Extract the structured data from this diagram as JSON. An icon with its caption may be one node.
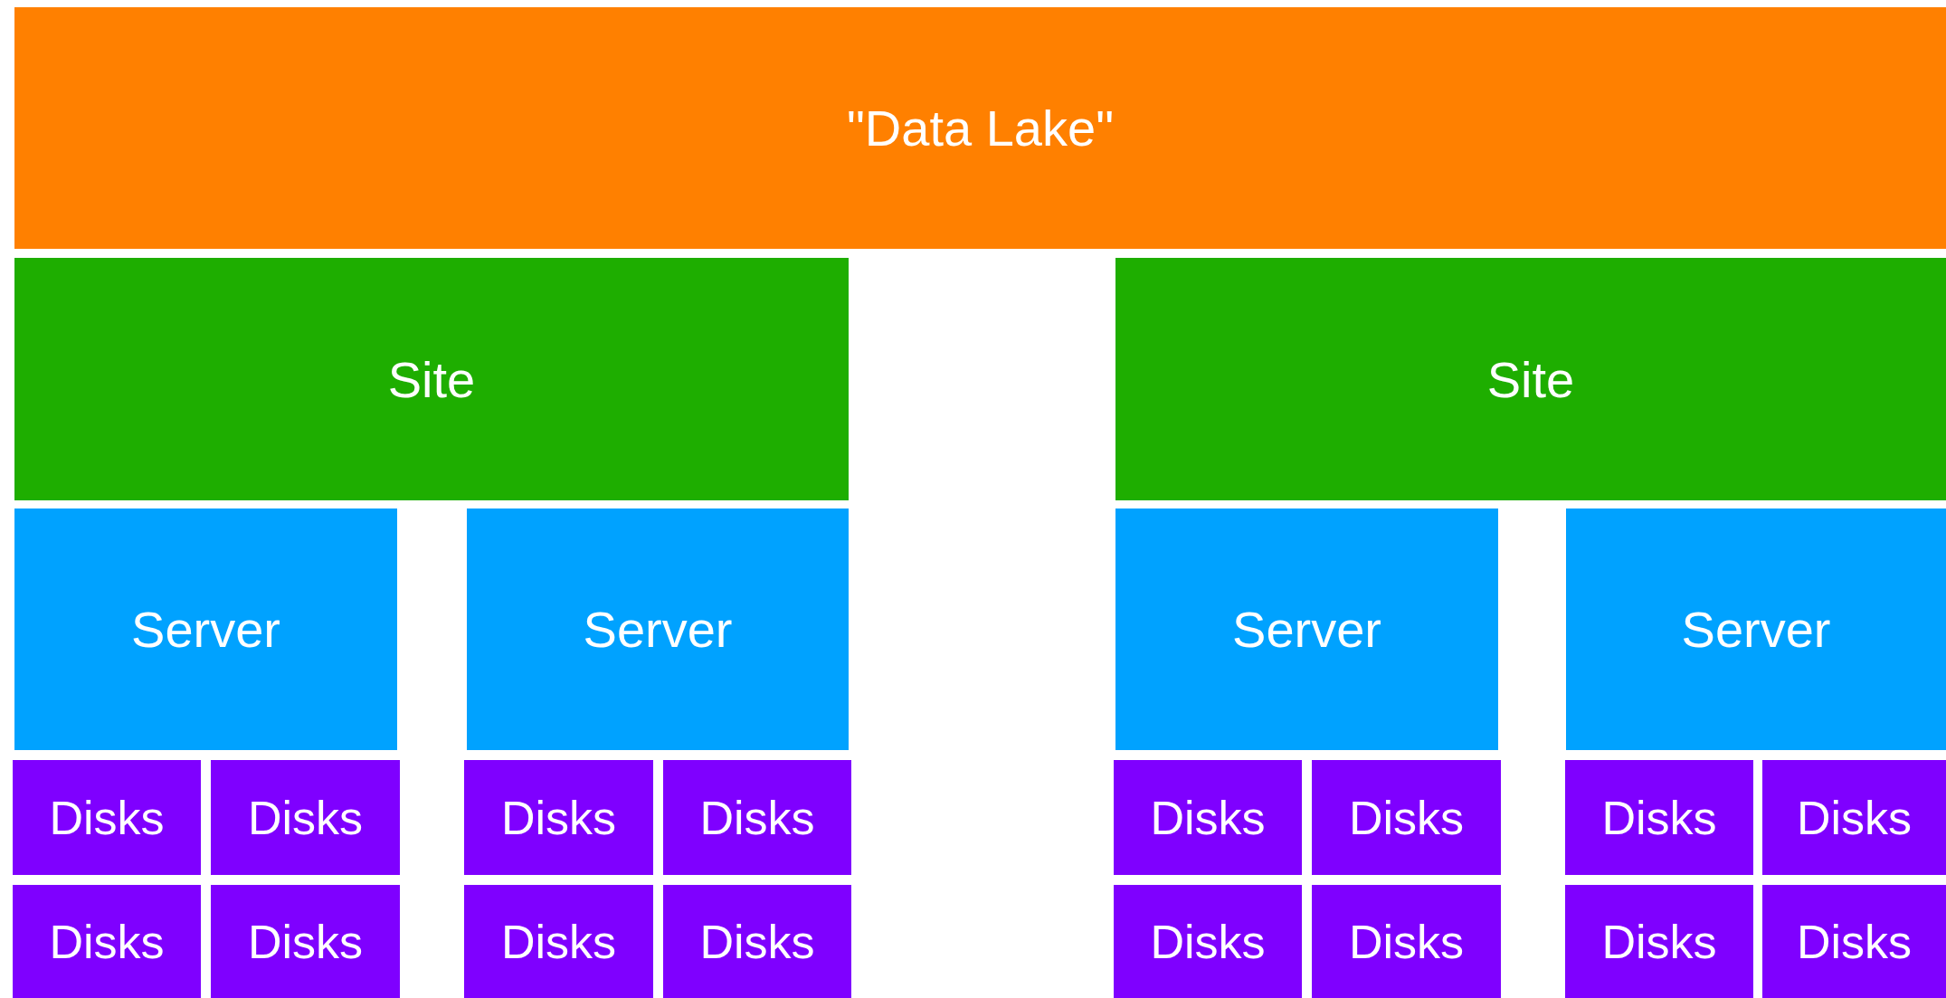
{
  "diagram": {
    "nodes": [
      {
        "text": [
          "\"Data Lake\""
        ]
      },
      {
        "text": [
          "Site"
        ]
      },
      {
        "text": [
          "Site"
        ]
      },
      {
        "text": [
          "Server"
        ]
      },
      {
        "text": [
          "Server"
        ]
      },
      {
        "text": [
          "Server"
        ]
      },
      {
        "text": [
          "Server"
        ]
      },
      {
        "text": [
          "Disks"
        ]
      },
      {
        "text": [
          "Disks"
        ]
      },
      {
        "text": [
          "Disks"
        ]
      },
      {
        "text": [
          "Disks"
        ]
      },
      {
        "text": [
          "Disks"
        ]
      },
      {
        "text": [
          "Disks"
        ]
      },
      {
        "text": [
          "Disks"
        ]
      },
      {
        "text": [
          "Disks"
        ]
      },
      {
        "text": [
          "Disks"
        ]
      },
      {
        "text": [
          "Disks"
        ]
      },
      {
        "text": [
          "Disks"
        ]
      },
      {
        "text": [
          "Disks"
        ]
      },
      {
        "text": [
          "Disks"
        ]
      },
      {
        "text": [
          "Disks"
        ]
      },
      {
        "text": [
          "Disks"
        ]
      },
      {
        "text": [
          "Disks"
        ]
      }
    ]
  }
}
